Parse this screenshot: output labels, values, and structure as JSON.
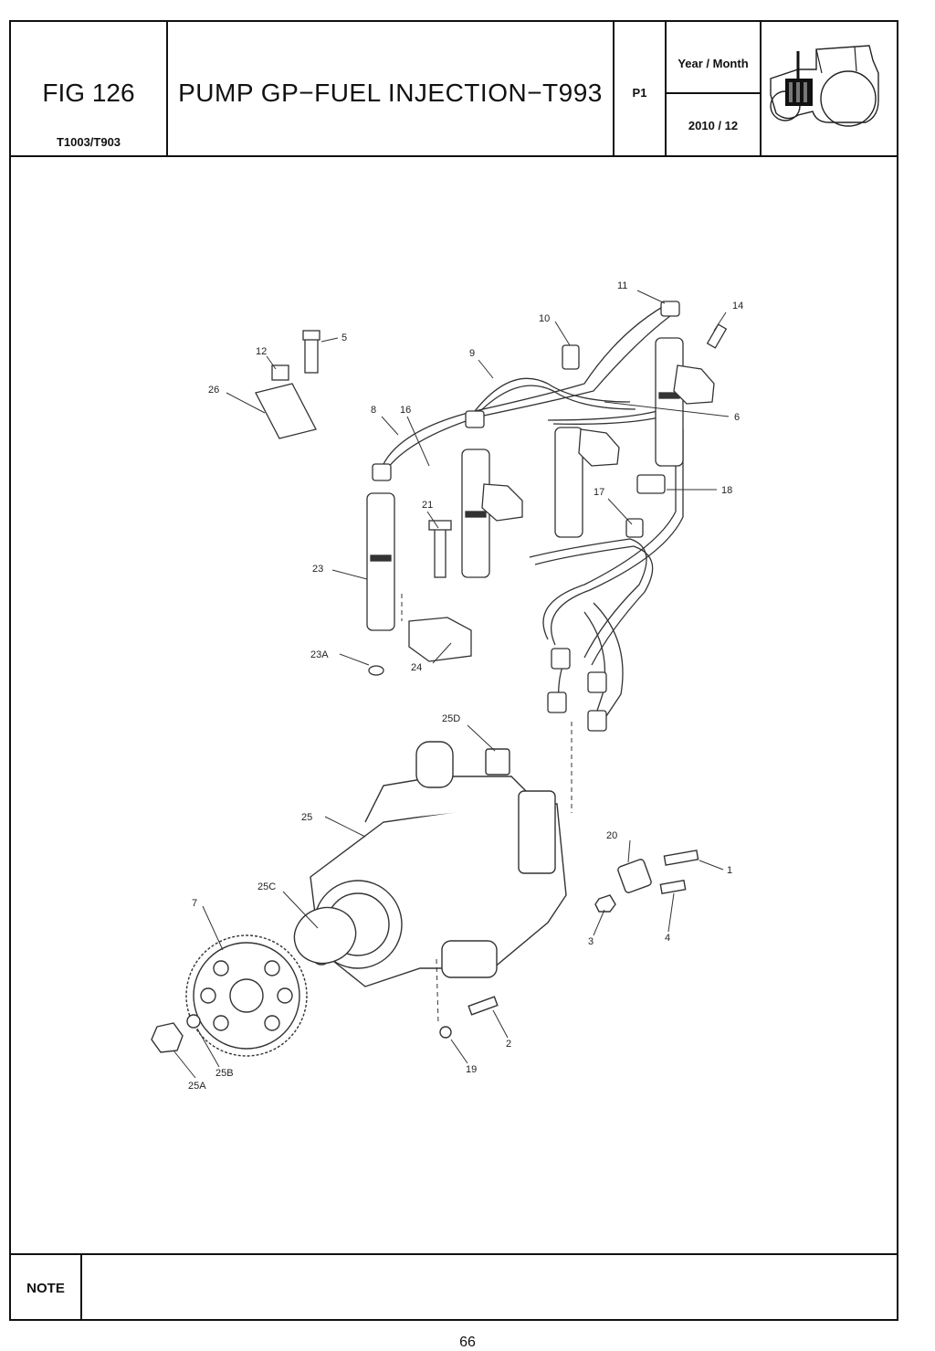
{
  "header": {
    "fig": "FIG 126",
    "model": "T1003/T903",
    "title": "PUMP GP−FUEL INJECTION−T993",
    "page_code": "P1",
    "year_month_label": "Year / Month",
    "year_month_value": "2010  / 12",
    "tractor_icon": "tractor-engine-location-icon"
  },
  "diagram": {
    "callouts": [
      "11",
      "14",
      "10",
      "5",
      "12",
      "9",
      "26",
      "8",
      "16",
      "6",
      "18",
      "17",
      "21",
      "23",
      "23A",
      "24",
      "25D",
      "25",
      "20",
      "1",
      "25C",
      "7",
      "3",
      "4",
      "2",
      "19",
      "25B",
      "25A"
    ]
  },
  "note": {
    "label": "NOTE",
    "text": ""
  },
  "footer": {
    "page_number": "66"
  }
}
